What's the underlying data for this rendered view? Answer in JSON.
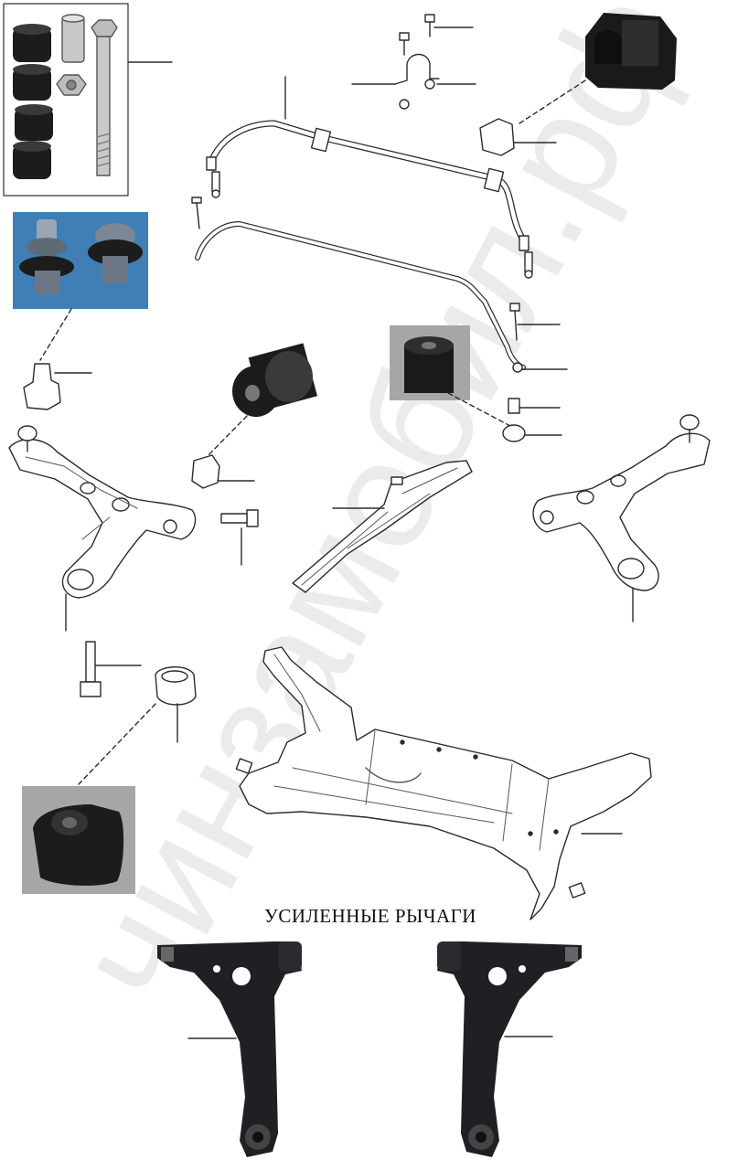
{
  "caption": "УСИЛЕННЫЕ РЫЧАГИ",
  "watermark": "чинзамобил.рф",
  "colors": {
    "line": "#2b2b2b",
    "rubber": "#1c1c1c",
    "metal": "#bdbdbd",
    "photo_bg_blue": "#3f7fb5",
    "photo_bg_gray": "#a6a6a6",
    "watermark": "#e9e9e9"
  },
  "parts": [
    {
      "id": "stabilizer-link-kit",
      "icon": "bolt-bushing-kit-icon"
    },
    {
      "id": "stabilizer-bar",
      "icon": "anti-roll-bar-icon"
    },
    {
      "id": "stabilizer-bracket",
      "icon": "bracket-icon"
    },
    {
      "id": "stabilizer-bushing",
      "icon": "rubber-bushing-icon"
    },
    {
      "id": "ball-joint",
      "icon": "ball-joint-icon"
    },
    {
      "id": "control-arm-bushing",
      "icon": "silent-block-icon"
    },
    {
      "id": "left-control-arm",
      "icon": "control-arm-icon"
    },
    {
      "id": "right-control-arm",
      "icon": "control-arm-icon"
    },
    {
      "id": "subframe-brace",
      "icon": "brace-icon"
    },
    {
      "id": "front-subframe",
      "icon": "subframe-icon"
    },
    {
      "id": "reinforced-arm-left",
      "icon": "reinforced-arm-icon"
    },
    {
      "id": "reinforced-arm-right",
      "icon": "reinforced-arm-icon"
    }
  ]
}
